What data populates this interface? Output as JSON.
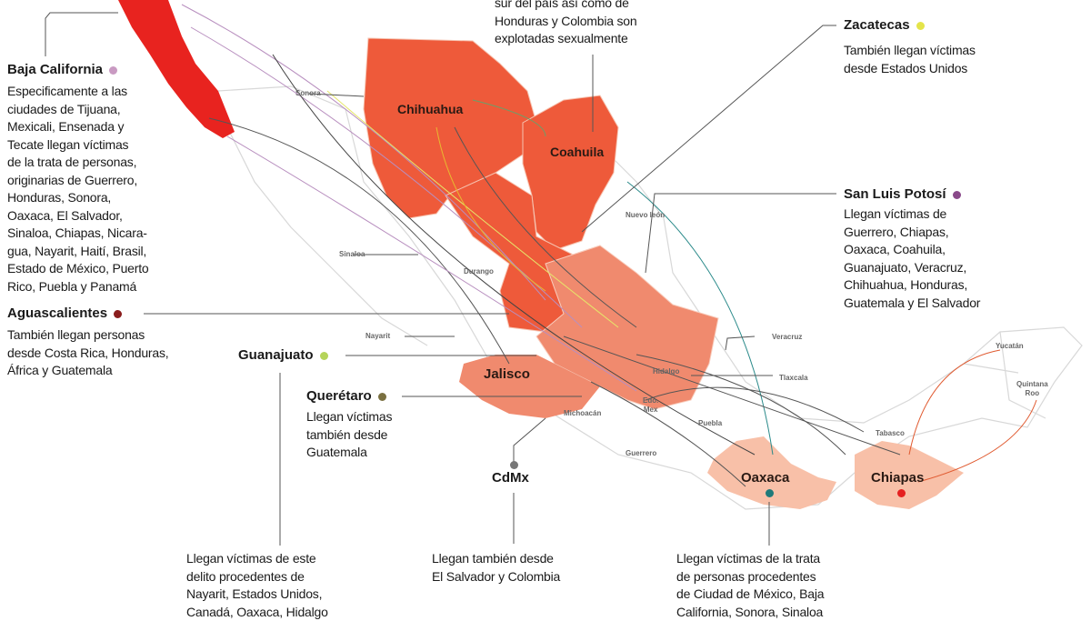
{
  "colors": {
    "baja": "#e8231f",
    "dark": "#ee5a3a",
    "medium": "#f08a6e",
    "light": "#f8c0a8"
  },
  "callouts": {
    "top_center": "sur del país así como de\nHonduras y Colombia son\nexplotadas sexualmente",
    "baja_california": {
      "title": "Baja California",
      "dot": "#c99ac2",
      "text": "Especificamente a las\nciudades de Tijuana,\nMexicali, Ensenada y\nTecate llegan víctimas\nde la trata de personas,\noriginarias de Guerrero,\nHonduras, Sonora,\nOaxaca, El Salvador,\nSinaloa, Chiapas, Nicara-\ngua, Nayarit, Haití, Brasil,\nEstado de México, Puerto\nRico, Puebla y Panamá"
    },
    "aguascalientes": {
      "title": "Aguascalientes",
      "dot": "#8a1d1d",
      "text": "También llegan personas\ndesde Costa Rica, Honduras,\nÁfrica y Guatemala"
    },
    "guanajuato": {
      "title": "Guanajuato",
      "dot": "#b5d45a",
      "text": "Llegan víctimas de este\ndelito procedentes de\nNayarit, Estados Unidos,\nCanadá, Oaxaca, Hidalgo"
    },
    "queretaro": {
      "title": "Querétaro",
      "dot": "#7a7040",
      "text": "Llegan víctimas\ntambién desde\nGuatemala"
    },
    "cdmx": {
      "title": "CdMx",
      "dot": "#777777",
      "text": "Llegan también desde\nEl Salvador y Colombia"
    },
    "oaxaca": {
      "title": "Oaxaca",
      "dot": "#1f7a7a",
      "text": "Llegan víctimas de la trata\nde personas procedentes\nde Ciudad de México, Baja\nCalifornia, Sonora, Sinaloa"
    },
    "chiapas": {
      "title": "Chiapas",
      "dot": "#e52020"
    },
    "zacatecas": {
      "title": "Zacatecas",
      "dot": "#e4e44a",
      "text": "También llegan víctimas\ndesde Estados Unidos"
    },
    "san_luis_potosi": {
      "title": "San Luis Potosí",
      "dot": "#8a4a8a",
      "text": "Llegan víctimas de\nGuerrero, Chiapas,\nOaxaca, Coahuila,\nGuanajuato, Veracruz,\nChihuahua, Honduras,\nGuatemala y El Salvador"
    }
  },
  "map_labels": {
    "chihuahua": "Chihuahua",
    "coahuila": "Coahuila",
    "jalisco": "Jalisco",
    "sonora": "Sonora",
    "sinaloa": "Sinaloa",
    "durango": "Durango",
    "nayarit": "Nayarit",
    "nuevo_leon": "Nuevo león",
    "veracruz": "Veracruz",
    "tlaxcala": "Tlaxcala",
    "hidalgo": "Hidalgo",
    "edomex": "Edo.\nMex",
    "michoacan": "Michoacán",
    "puebla": "Puebla",
    "guerrero": "Guerrero",
    "tabasco": "Tabasco",
    "yucatan": "Yucatán",
    "quintana_roo": "Quintana\nRoo"
  }
}
